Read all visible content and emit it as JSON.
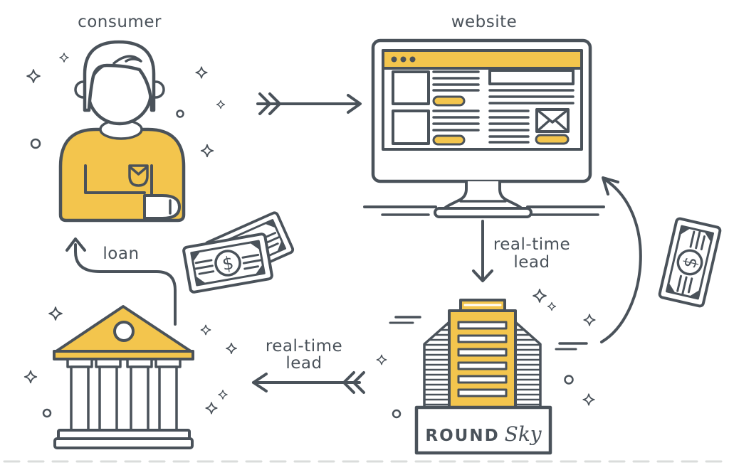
{
  "diagram": {
    "type": "flow-illustration",
    "brand": {
      "name_part1": "ROUND",
      "name_part2": "Sky"
    },
    "labels": {
      "consumer": "consumer",
      "website": "website",
      "loan": "loan",
      "website_to_roundsky_line1": "real-time",
      "website_to_roundsky_line2": "lead",
      "roundsky_to_lender_line1": "real-time",
      "roundsky_to_lender_line2": "lead",
      "dollar": "$"
    },
    "colors": {
      "ink": "#4A525A",
      "accent_yellow": "#F3C54D",
      "background": "#FFFFFF",
      "ground_dash": "#DADCDB"
    },
    "flow": [
      {
        "from": "consumer",
        "to": "website",
        "label": ""
      },
      {
        "from": "website",
        "to": "roundsky-building",
        "label": "real-time lead"
      },
      {
        "from": "roundsky-building",
        "to": "lender-bank",
        "label": "real-time lead"
      },
      {
        "from": "lender-bank",
        "to": "consumer",
        "label": "loan"
      },
      {
        "from": "roundsky-building",
        "to": "website",
        "label": ""
      }
    ]
  }
}
